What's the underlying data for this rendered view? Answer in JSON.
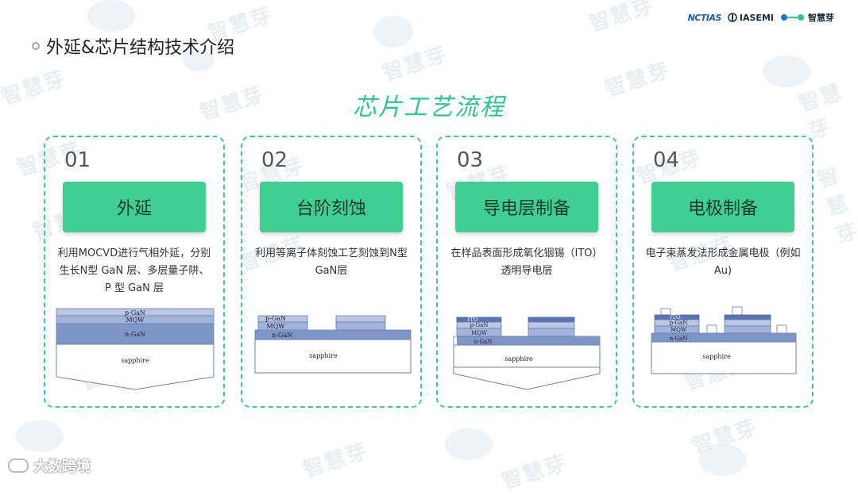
{
  "header": {
    "title": "外延&芯片结构技术介绍",
    "logos": [
      "NCTIAS",
      "IASEMI",
      "智慧芽"
    ]
  },
  "watermark": "智慧芽",
  "section_title": "芯片工艺流程",
  "cards": [
    {
      "num": "01",
      "label": "外延",
      "desc": "利用MOCVD进行气相外延，分别生长N型 GaN 层、多层量子阱、P 型 GaN 层",
      "layers": [
        "p-GaN",
        "MQW",
        "n-GaN",
        "sapphire"
      ]
    },
    {
      "num": "02",
      "label": "台阶刻蚀",
      "desc": "利用等离子体刻蚀工艺刻蚀到N型GaN层",
      "layers": [
        "p-GaN",
        "MQW",
        "n-GaN",
        "sapphire"
      ]
    },
    {
      "num": "03",
      "label": "导电层制备",
      "desc": "在样品表面形成氧化铟锡（ITO）透明导电层",
      "layers": [
        "ITO",
        "p-GaN",
        "MQW",
        "n-GaN",
        "sapphire"
      ]
    },
    {
      "num": "04",
      "label": "电极制备",
      "desc": "电子束蒸发法形成金属电极（例如Au)",
      "layers": [
        "ITO",
        "p-GaN",
        "MQW",
        "n-GaN",
        "sapphire"
      ]
    }
  ],
  "footer": {
    "brand": "大数跨境"
  },
  "colors": {
    "accent": "#3fcf93",
    "border": "#45c890",
    "layer_dark": "#7e95c8",
    "layer_light": "#b9c6e4"
  }
}
